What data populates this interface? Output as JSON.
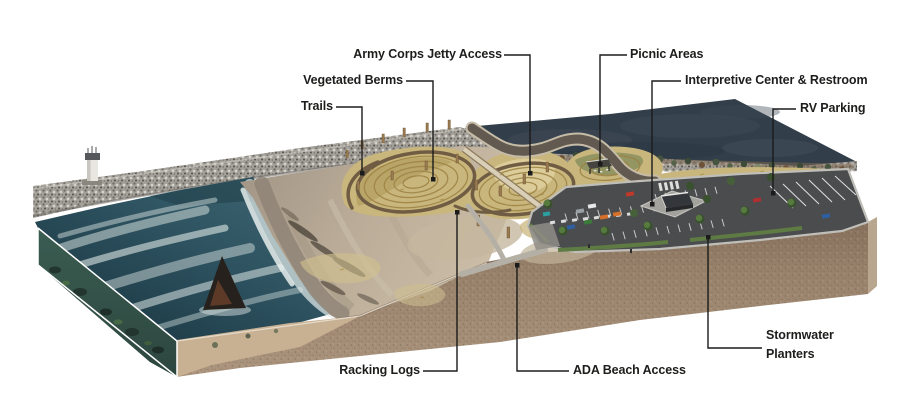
{
  "diagram": {
    "type": "isometric-site-plan",
    "subject": "Coastal beach park improvements rendering with labeled site features",
    "labels": [
      {
        "id": "army-corps-jetty-access",
        "text": "Army Corps Jetty Access"
      },
      {
        "id": "vegetated-berms",
        "text": "Vegetated Berms"
      },
      {
        "id": "trails",
        "text": "Trails"
      },
      {
        "id": "picnic-areas",
        "text": "Picnic Areas"
      },
      {
        "id": "interpretive-center-restroom",
        "text": "Interpretive Center & Restroom"
      },
      {
        "id": "rv-parking",
        "text": "RV Parking"
      },
      {
        "id": "racking-logs",
        "text": "Racking Logs"
      },
      {
        "id": "ada-beach-access",
        "text": "ADA Beach Access"
      },
      {
        "id": "stormwater-planters",
        "text": "Stormwater Planters"
      }
    ],
    "scene_features": [
      "rock jetty with light tower",
      "ocean surf cutaway block",
      "shipwreck rock",
      "sandy beach with racking logs",
      "vegetated dune berms with trails and posts",
      "picnic shelter",
      "parking lot with interpretive center building",
      "rv parking stalls",
      "stormwater planter strips",
      "earth cross-section"
    ]
  },
  "palette": {
    "channel_water": "#323e49",
    "ocean_deep": "#1f3842",
    "ocean_light": "#3f6a74",
    "foam": "#e6eeec",
    "jetty_rock": "#a3a099",
    "beach_sand": "#bfb19b",
    "dune_grass": "#c9b67c",
    "ocean_face": "#35564c",
    "earth": "#97816b",
    "asphalt": "#4b4c4e",
    "planter_green": "#5e7b44",
    "tree_green": "#42582f",
    "building": "#33363b",
    "label_text": "#1d1d1b",
    "leader_line": "#1b1b1b"
  }
}
